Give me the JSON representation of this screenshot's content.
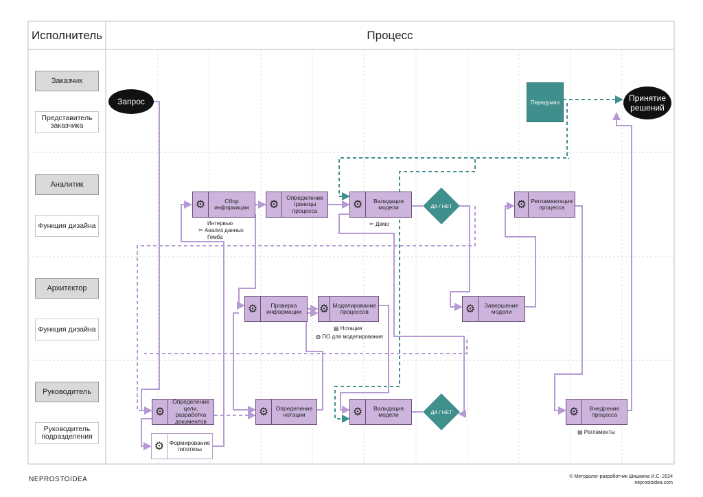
{
  "header": {
    "col_executor": "Исполнитель",
    "col_process": "Процесс"
  },
  "lanes": [
    {
      "main": "Заказчик",
      "sub": "Представитель заказчика"
    },
    {
      "main": "Аналитик",
      "sub": "Функция дизайна"
    },
    {
      "main": "Архитектор",
      "sub": "Функция дизайна"
    },
    {
      "main": "Руководитель",
      "sub": "Руководитель подразделения"
    }
  ],
  "nodes": {
    "request": "Запрос",
    "changed_mind": "Передумал",
    "decision": "Принятие решений",
    "collect_info": "Сбор информации",
    "define_scope": "Определение границы процесса",
    "validate_model_top": "Валидация модели",
    "yes_no_top": "ДА / НЕТ",
    "regulate_process": "Регламентация процесса",
    "check_info": "Проверка информации",
    "model_processes": "Моделирование процессов",
    "finish_model": "Завершение модели",
    "define_goals": "Определение цели, разработка документов",
    "define_notation": "Определение нотации",
    "validate_model_bottom": "Валидация модели",
    "yes_no_bottom": "ДА / НЕТ",
    "implement_process": "Внедрение процесса",
    "hypothesis": "Формирование гипотезы"
  },
  "notes": {
    "interview": "Интервью",
    "analysis": "Анализ данных",
    "gemba": "Гемба",
    "demo": "Демо",
    "notation": "Нотация",
    "modeling_software": "ПО для моделирования",
    "regulations": "Регламенты"
  },
  "footer": {
    "brand": "NEPROSTOIDEA",
    "copyright": "© Методолог-разработчик Шишкина И.С. 2024",
    "site": "neprostoidea.com"
  },
  "colors": {
    "purple_line": "#b69ad6",
    "purple_fill": "#cdb4dd",
    "purple_border": "#6b4a7a",
    "teal": "#3f8f8c",
    "grid": "#d8d8d8"
  }
}
